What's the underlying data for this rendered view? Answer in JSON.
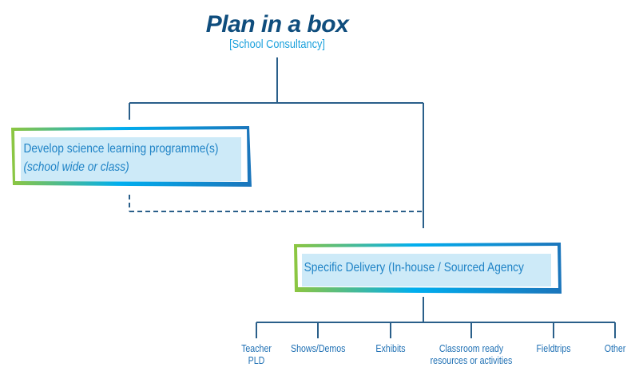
{
  "header": {
    "title": "Plan in a box",
    "subtitle": "[School Consultancy]"
  },
  "nodes": {
    "programme": {
      "line1": "Develop science learning programme(s)",
      "line2": "(school wide or class)"
    },
    "delivery": {
      "label": "Specific Delivery (In-house / Sourced Agency"
    }
  },
  "leaves": [
    {
      "line1": "Teacher",
      "line2": "PLD"
    },
    {
      "line1": "Shows/Demos",
      "line2": ""
    },
    {
      "line1": "Exhibits",
      "line2": ""
    },
    {
      "line1": "Classroom ready",
      "line2": "resources or activities"
    },
    {
      "line1": "Fieldtrips",
      "line2": ""
    },
    {
      "line1": "Other",
      "line2": ""
    }
  ],
  "colors": {
    "title": "#0f4d7d",
    "subtitle": "#1aa0dc",
    "connector": "#2a5f8a",
    "box_fill": "#cdeaf8",
    "box_text": "#1f83c6",
    "gradient_start": "#8dc63f",
    "gradient_mid": "#00aeef",
    "gradient_end": "#1b75bb"
  }
}
